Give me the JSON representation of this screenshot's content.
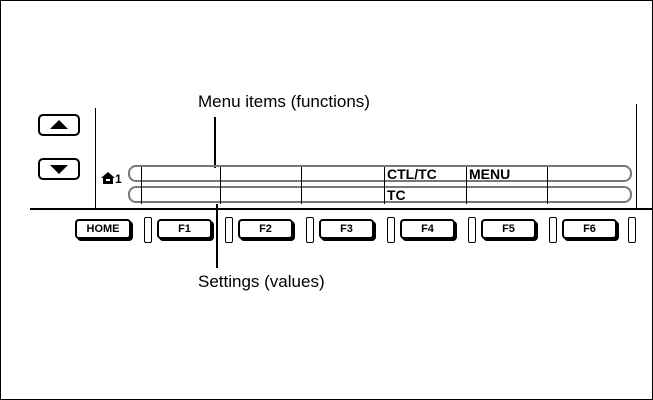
{
  "annotations": {
    "menu_items_label": "Menu items (functions)",
    "settings_label": "Settings (values)"
  },
  "panel": {
    "indicator_number": "1",
    "upper_row": [
      "",
      "",
      "",
      "CTL/TC",
      "MENU",
      ""
    ],
    "lower_row": [
      "",
      "",
      "",
      "TC",
      "",
      ""
    ]
  },
  "keys": {
    "home": "HOME",
    "functions": [
      "F1",
      "F2",
      "F3",
      "F4",
      "F5",
      "F6"
    ]
  },
  "icons": {
    "scroll_up": "up-triangle-icon",
    "scroll_down": "down-triangle-icon",
    "home_indicator": "home-icon"
  }
}
